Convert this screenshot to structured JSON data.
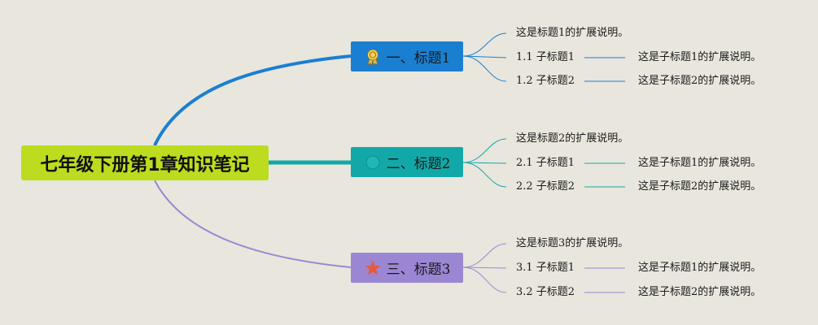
{
  "root": {
    "label": "七年级下册第1章知识笔记",
    "color": "#bddc1f"
  },
  "branches": [
    {
      "label": "一、标题1",
      "icon": "ribbon-medal-icon",
      "color": "#1b7fd1",
      "description": "这是标题1的扩展说明。",
      "subs": [
        {
          "label": "1.1 子标题1",
          "description": "这是子标题1的扩展说明。"
        },
        {
          "label": "1.2 子标题2",
          "description": "这是子标题2的扩展说明。"
        }
      ]
    },
    {
      "label": "二、标题2",
      "icon": "circle-icon",
      "color": "#12a8a8",
      "description": "这是标题2的扩展说明。",
      "subs": [
        {
          "label": "2.1 子标题1",
          "description": "这是子标题1的扩展说明。"
        },
        {
          "label": "2.2 子标题2",
          "description": "这是子标题2的扩展说明。"
        }
      ]
    },
    {
      "label": "三、标题3",
      "icon": "star-icon",
      "color": "#9b86d4",
      "description": "这是标题3的扩展说明。",
      "subs": [
        {
          "label": "3.1 子标题1",
          "description": "这是子标题1的扩展说明。"
        },
        {
          "label": "3.2 子标题2",
          "description": "这是子标题2的扩展说明。"
        }
      ]
    }
  ]
}
